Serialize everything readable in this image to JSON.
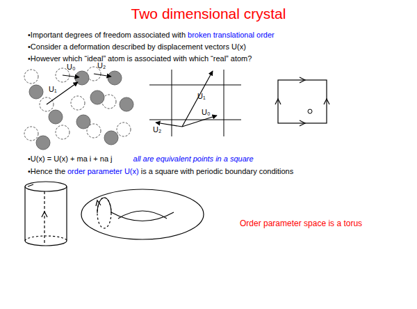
{
  "diagram": {
    "title": "Two dimensional crystal",
    "labels": [
      "•Important degrees of freedom associated with",
      "broken translational order",
      "•Consider a deformation described by displacement vectors U(x)",
      "•However which “ideal” atom is associated with which “real” atom?",
      "U₀",
      "U₁",
      "U₂",
      "U₁",
      "U₀",
      "U₂",
      "•U(x) = U(x) + ma i + na j",
      "all are equivalent points in a square",
      "•Hence the",
      "order parameter U(x)",
      "is a square with periodic boundary conditions",
      "Order parameter space is a torus"
    ]
  }
}
